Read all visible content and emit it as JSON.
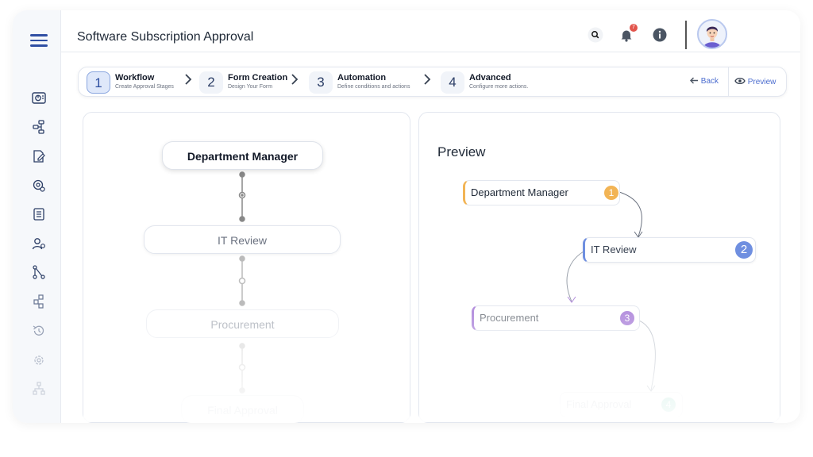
{
  "header": {
    "title": "Software Subscription Approval",
    "notification_count": "7"
  },
  "stepper": {
    "steps": [
      {
        "number": "1",
        "name": "Workflow",
        "description": "Create Approval Stages"
      },
      {
        "number": "2",
        "name": "Form Creation",
        "description": "Design Your Form"
      },
      {
        "number": "3",
        "name": "Automation",
        "description": "Define conditions and actions"
      },
      {
        "number": "4",
        "name": "Advanced",
        "description": "Configure more actions."
      }
    ],
    "back_label": "Back",
    "preview_label": "Preview"
  },
  "workflow": {
    "nodes": [
      "Department Manager",
      "IT Review",
      "Procurement",
      "Final Approval"
    ]
  },
  "preview": {
    "title": "Preview",
    "nodes": [
      {
        "label": "Department Manager",
        "number": "1",
        "color": "#f2b455"
      },
      {
        "label": "IT Review",
        "number": "2",
        "color": "#6f8fe0"
      },
      {
        "label": "Procurement",
        "number": "3",
        "color": "#b18bdc"
      },
      {
        "label": "Final Approval",
        "number": "4",
        "color": "#5cc6a8"
      }
    ]
  },
  "sidebar": {
    "icons": [
      "dashboard-icon",
      "workflow-icon",
      "form-edit-icon",
      "settings-icon",
      "document-list-icon",
      "user-settings-icon",
      "hierarchy-icon",
      "grid-flow-icon",
      "history-icon",
      "gear-icon",
      "org-chart-icon"
    ]
  }
}
